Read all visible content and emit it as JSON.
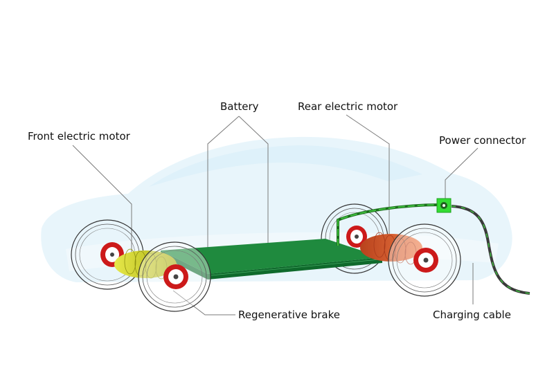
{
  "labels": {
    "battery": "Battery",
    "rear_motor": "Rear electric motor",
    "front_motor": "Front electric motor",
    "power_connector": "Power connector",
    "regenerative_brake": "Regenerative brake",
    "charging_cable": "Charging cable"
  },
  "colors": {
    "body_tint": "#cfeaf7",
    "battery_top": "#1f8a3e",
    "battery_side": "#0f6a2c",
    "front_motor": "#c9cc1e",
    "rear_motor": "#d9572a",
    "brake_disc": "#cc1a1a",
    "cable_green": "#3fbf3f",
    "cable_dark": "#3a3a3a",
    "connector": "#33dd33",
    "leader_line": "#7a7a7a"
  }
}
